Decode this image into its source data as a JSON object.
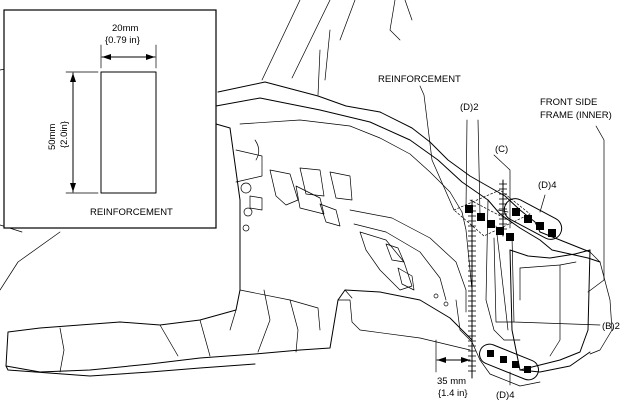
{
  "inset": {
    "width_dim": "20mm",
    "width_dim_in": "{0.79 in}",
    "height_dim": "50mm",
    "height_dim_in": "{2.0in}",
    "label": "REINFORCEMENT"
  },
  "labels": {
    "reinforcement": "REINFORCEMENT",
    "d2": "(D)2",
    "front_side_frame_1": "FRONT SIDE",
    "front_side_frame_2": "FRAME (INNER)",
    "c": "(C)",
    "d4_top": "(D)4",
    "b2": "(B)2",
    "d4_bottom": "(D)4",
    "dim_35": "35 mm",
    "dim_35_in": "{1.4 in}"
  }
}
